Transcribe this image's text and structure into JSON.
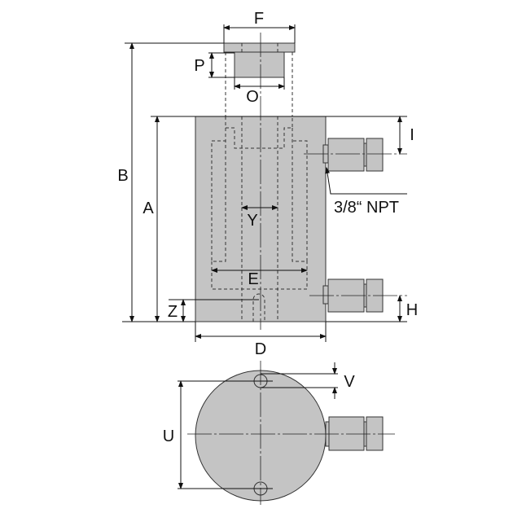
{
  "labels": {
    "F": "F",
    "P": "P",
    "O": "O",
    "B": "B",
    "A": "A",
    "I": "I",
    "thread": "3/8“ NPT",
    "Y": "Y",
    "E": "E",
    "Z": "Z",
    "H": "H",
    "D": "D",
    "V": "V",
    "U": "U"
  },
  "colors": {
    "part_fill": "#c4c4c4",
    "line": "#333333"
  }
}
